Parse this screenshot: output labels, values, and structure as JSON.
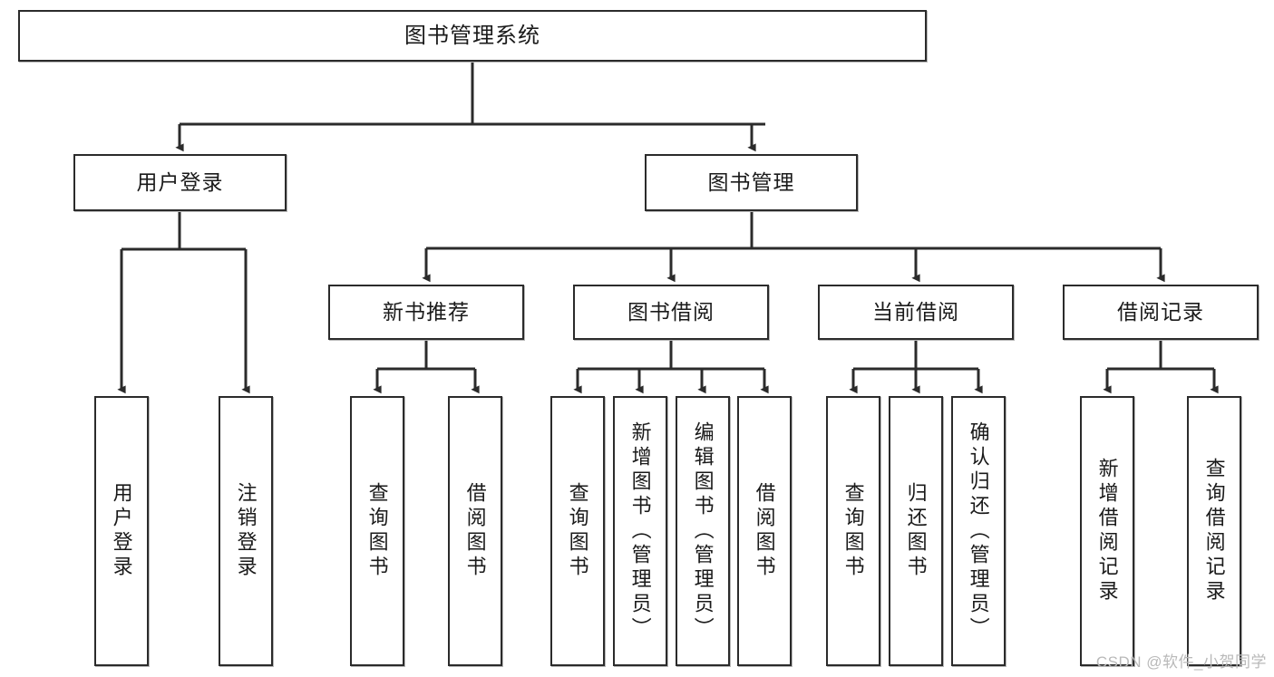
{
  "diagram": {
    "title": "图书管理系统",
    "watermark": "CSDN @软件_小贺同学",
    "root": {
      "label": "图书管理系统"
    },
    "level2": [
      {
        "label": "用户登录"
      },
      {
        "label": "图书管理"
      }
    ],
    "level3": [
      {
        "label": "新书推荐"
      },
      {
        "label": "图书借阅"
      },
      {
        "label": "当前借阅"
      },
      {
        "label": "借阅记录"
      }
    ],
    "leaves": [
      {
        "label": "用户登录"
      },
      {
        "label": "注销登录"
      },
      {
        "label": "查询图书"
      },
      {
        "label": "借阅图书"
      },
      {
        "label": "查询图书"
      },
      {
        "label": "新增图书（管理员）"
      },
      {
        "label": "编辑图书（管理员）"
      },
      {
        "label": "借阅图书"
      },
      {
        "label": "查询图书"
      },
      {
        "label": "归还图书"
      },
      {
        "label": "确认归还（管理员）"
      },
      {
        "label": "新增借阅记录"
      },
      {
        "label": "查询借阅记录"
      }
    ],
    "colors": {
      "stroke": "#2b2b2b",
      "fill": "#ffffff",
      "watermark": "#b9b9b9"
    }
  }
}
